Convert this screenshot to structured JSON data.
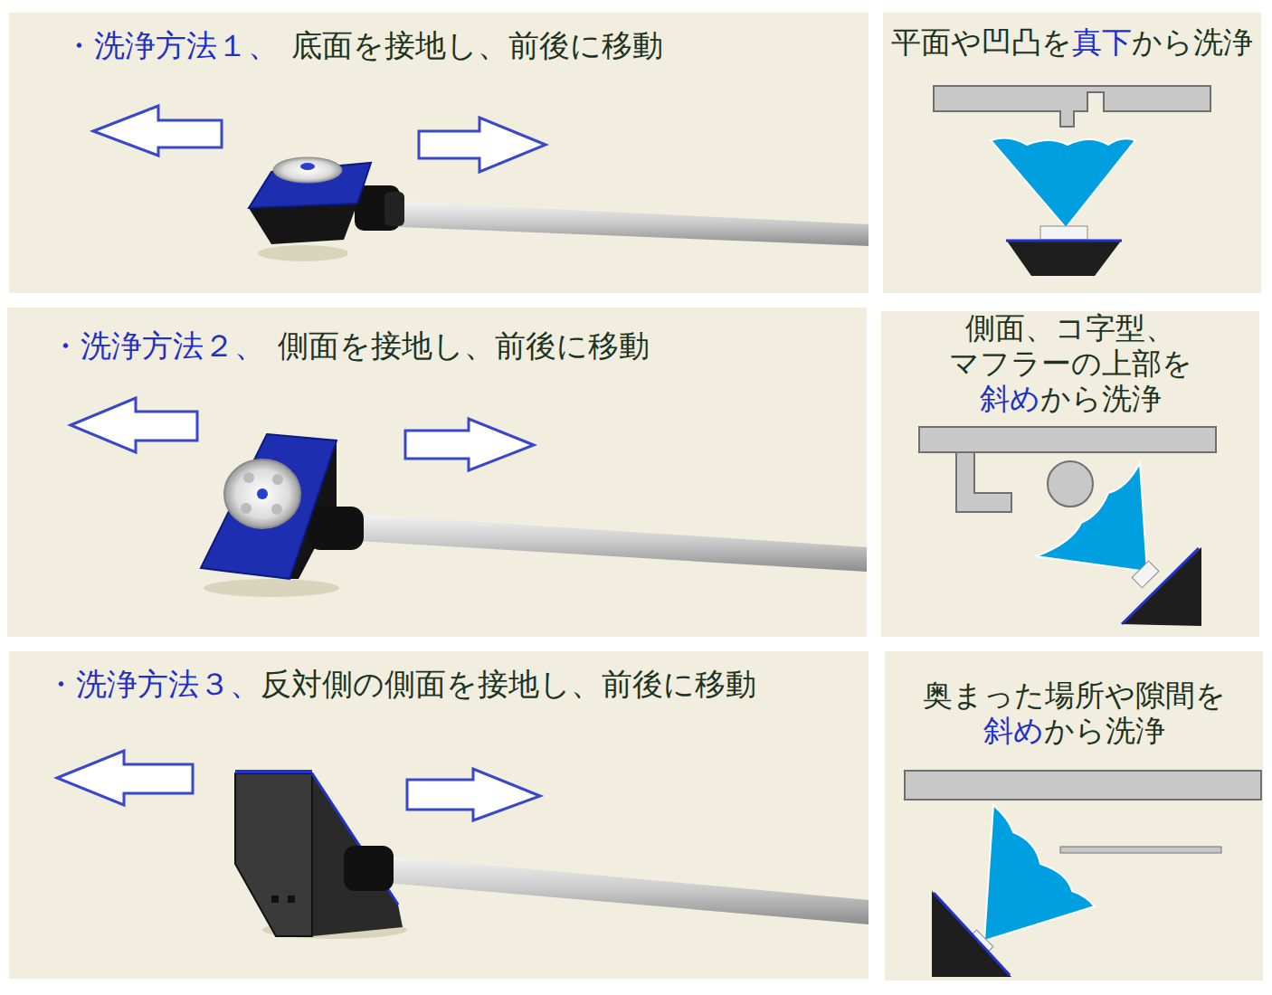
{
  "diagram": {
    "nodes": [
      {
        "text": [
          "・洗浄方法１、",
          "底面を接地し、前後に移動"
        ]
      },
      {
        "text": [
          "平面や凹凸を",
          "真下",
          "から洗浄"
        ]
      },
      {
        "text": [
          "・洗浄方法２、",
          "側面を接地し、前後に移動"
        ]
      },
      {
        "text": [
          "側面、コ字型、 マフラーの上部を",
          "斜め",
          "から洗浄"
        ]
      },
      {
        "text": [
          "・洗浄方法３、",
          "反対側の側面を接地し、前後に移動"
        ]
      },
      {
        "text": [
          "奥まった場所や隙間を",
          "斜め",
          "から洗浄"
        ]
      }
    ]
  }
}
